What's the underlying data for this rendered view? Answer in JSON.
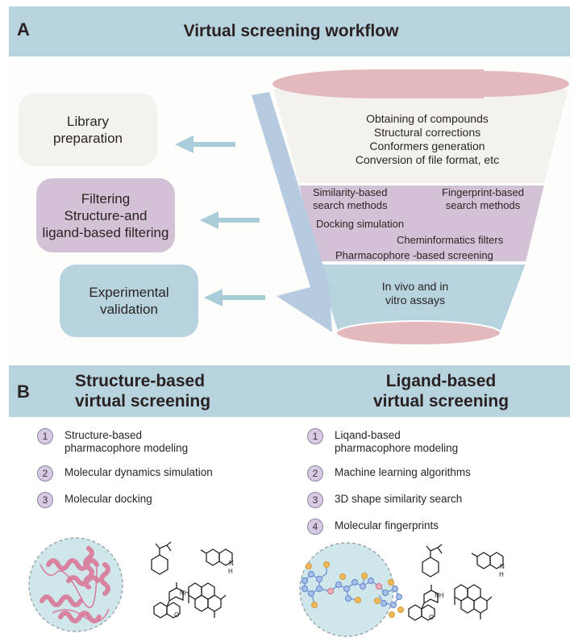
{
  "panel_a": {
    "letter": "A",
    "title": "Virtual screening workflow",
    "steps": [
      {
        "lines": [
          "Library",
          "preparation"
        ],
        "color": "#f3f2ee"
      },
      {
        "lines": [
          "Filtering",
          "Structure-and",
          "ligand-based filtering"
        ],
        "color": "#d3c1d6"
      },
      {
        "lines": [
          "Experimental",
          "validation"
        ],
        "color": "#b7d3de"
      }
    ],
    "funnel": {
      "top_section": {
        "color": "#f3f2ee",
        "lines": [
          "Obtaining of compounds",
          "Structural corrections",
          "Conformers generation",
          "Conversion of file format, etc"
        ]
      },
      "middle_section": {
        "color": "#d3c1d6",
        "items": {
          "similarity": [
            "Similarity-based",
            "search methods"
          ],
          "fingerprint": [
            "Fingerprint-based",
            "search methods"
          ],
          "docking": "Docking simulation",
          "cheminformatics": "Cheminformatics filters",
          "pharmacophore": "Pharmacophore -based screening"
        }
      },
      "bottom_section": {
        "color": "#b7d3de",
        "lines": [
          "In vivo and in",
          "vitro assays"
        ]
      },
      "ellipse_color": "#e3b9bd"
    },
    "arrow_color": "#b6cbe0",
    "small_arrow_color": "#a9cdd8"
  },
  "panel_b": {
    "letter": "B",
    "structure_based": {
      "title": [
        "Structure-based",
        "virtual screening"
      ],
      "items": [
        {
          "num": "1",
          "lines": [
            "Structure-based",
            "pharmacophore modeling"
          ]
        },
        {
          "num": "2",
          "lines": [
            "Molecular dynamics simulation"
          ]
        },
        {
          "num": "3",
          "lines": [
            "Molecular docking"
          ]
        }
      ],
      "illustration": "protein-structure"
    },
    "ligand_based": {
      "title": [
        "Ligand-based",
        "virtual screening"
      ],
      "items": [
        {
          "num": "1",
          "lines": [
            "Liqand-based",
            "pharmacophore modeling"
          ]
        },
        {
          "num": "2",
          "lines": [
            "Machine learning algorithms"
          ]
        },
        {
          "num": "3",
          "lines": [
            "3D shape similarity search"
          ]
        },
        {
          "num": "4",
          "lines": [
            "Molecular fingerprints"
          ]
        }
      ],
      "illustration": "ligand-network"
    },
    "molecule_labels": {
      "nh": "NH",
      "n": "N",
      "h": "H",
      "o": "O"
    }
  },
  "colors": {
    "banner": "#b7d3de",
    "protein": "#d97a9a",
    "circle_fill": "#cfe6ea",
    "node_blue": "#7b9ad6",
    "node_orange": "#f0b95a",
    "node_pink": "#e08a9a"
  }
}
